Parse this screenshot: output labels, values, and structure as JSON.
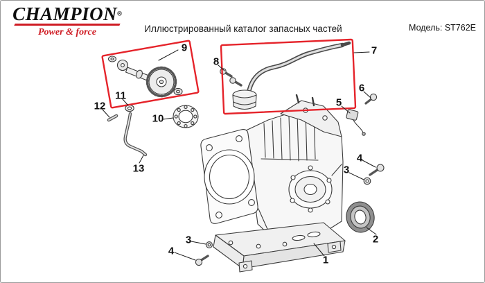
{
  "page": {
    "title": "Иллюстрированный каталог запасных частей",
    "model_label": "Модель: ST762E"
  },
  "logo": {
    "brand": "CHAMPION",
    "reg_mark": "®",
    "tagline": "Power & force"
  },
  "colors": {
    "highlight": "#e5232a",
    "brand_red": "#cf1c24",
    "diagram_line": "#3b3b3b"
  },
  "diagram": {
    "callouts": [
      {
        "label": "9"
      },
      {
        "label": "7"
      },
      {
        "label": "8"
      },
      {
        "label": "6"
      },
      {
        "label": "5"
      },
      {
        "label": "11"
      },
      {
        "label": "12"
      },
      {
        "label": "10"
      },
      {
        "label": "13"
      },
      {
        "label": "4"
      },
      {
        "label": "3"
      },
      {
        "label": "2"
      },
      {
        "label": "3"
      },
      {
        "label": "4"
      },
      {
        "label": "1"
      }
    ]
  }
}
